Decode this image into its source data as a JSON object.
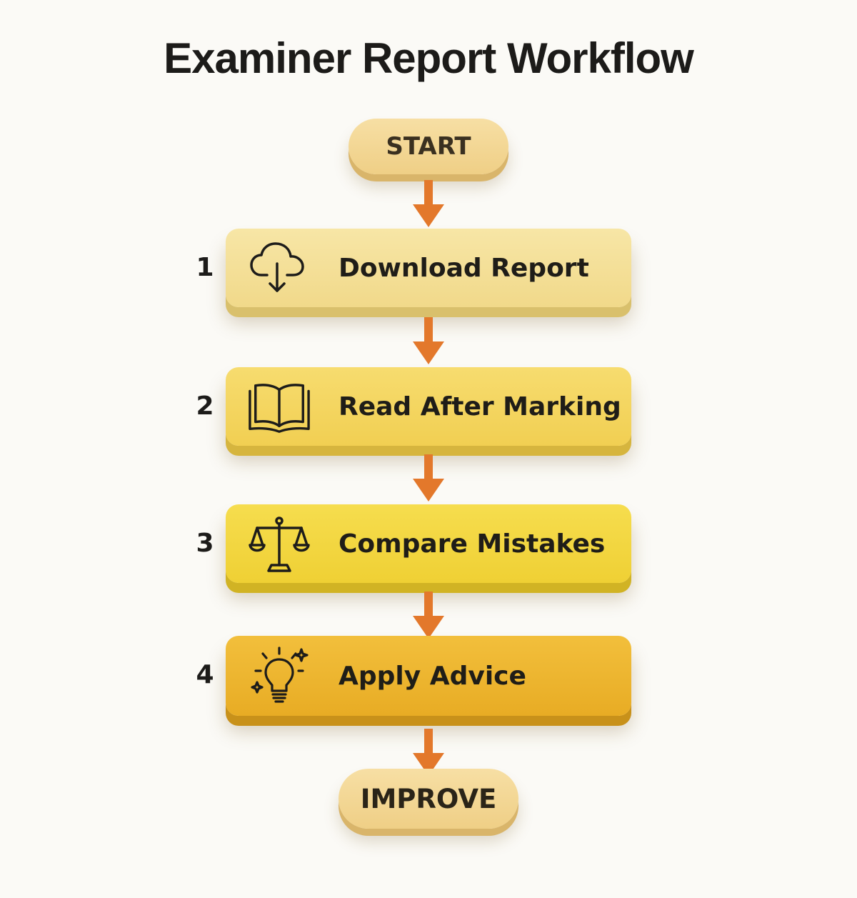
{
  "title": "Examiner Report Workflow",
  "start_label": "START",
  "end_label": "IMPROVE",
  "colors": {
    "background": "#fbfaf6",
    "pill": "#f3d893",
    "arrow": "#e3782b",
    "step_1": "#f4df93",
    "step_2": "#f4d45c",
    "step_3": "#f1d43a",
    "step_4": "#ecb22a"
  },
  "steps": [
    {
      "number": "1",
      "label": "Download Report",
      "icon": "cloud-download-icon"
    },
    {
      "number": "2",
      "label": "Read After Marking",
      "icon": "open-book-icon"
    },
    {
      "number": "3",
      "label": "Compare Mistakes",
      "icon": "balance-scale-icon"
    },
    {
      "number": "4",
      "label": "Apply Advice",
      "icon": "lightbulb-icon"
    }
  ]
}
